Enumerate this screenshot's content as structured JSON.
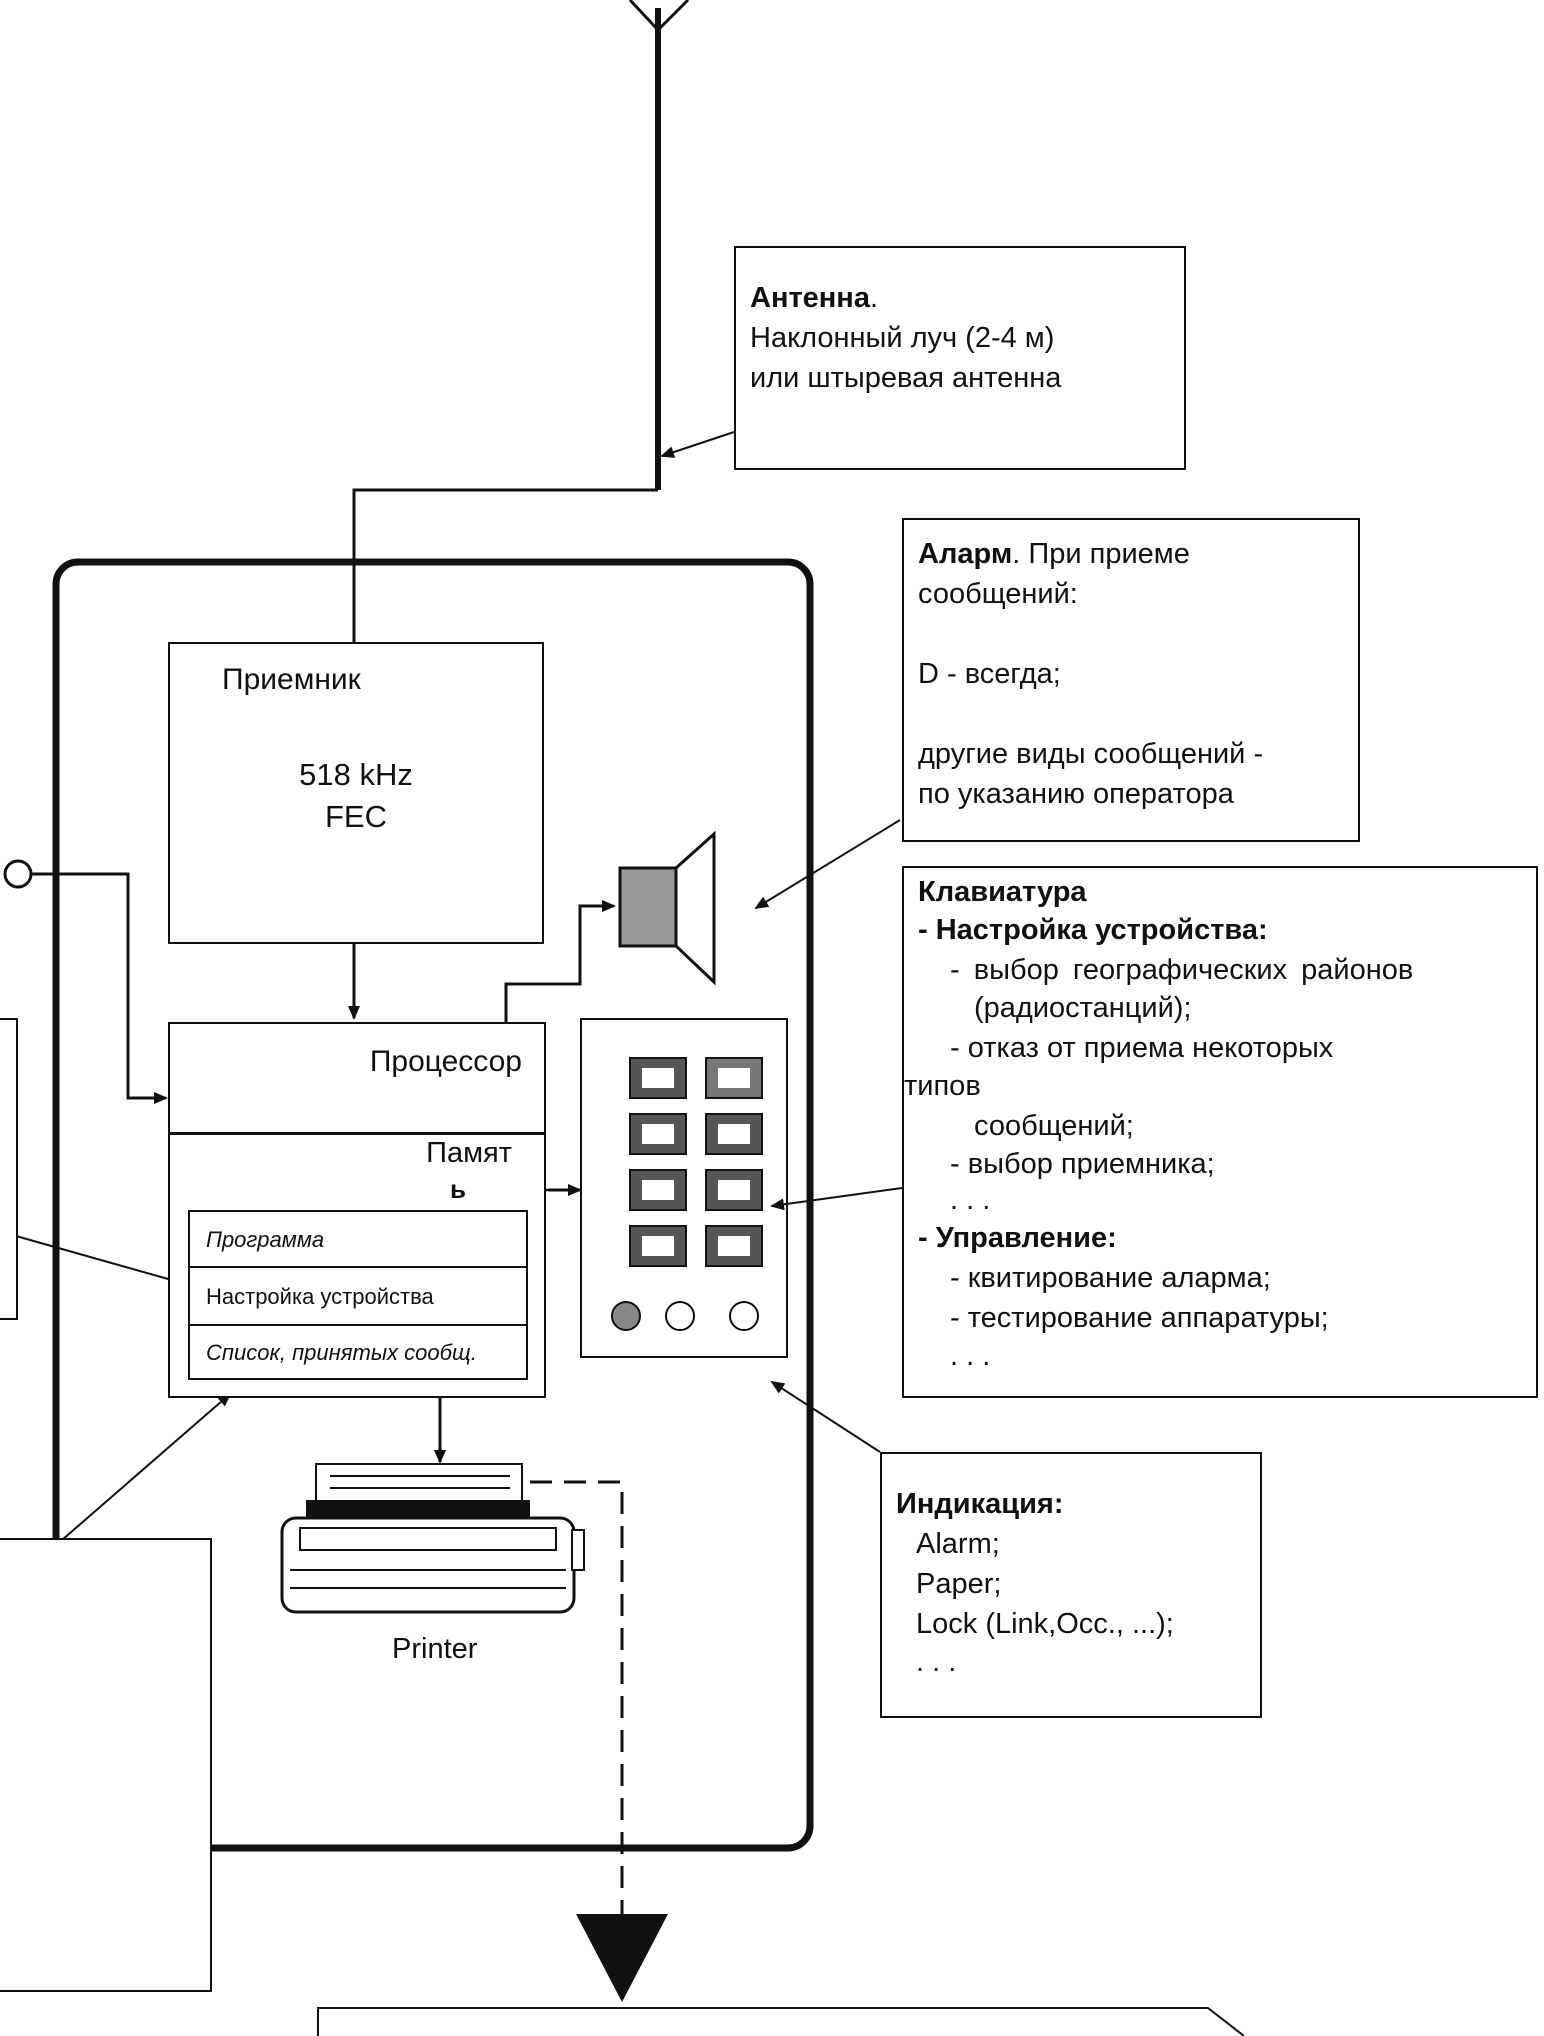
{
  "antenna": {
    "title": "Антенна",
    "line1": "Наклонный луч (2-4 м)",
    "line2": "или штыревая антенна"
  },
  "alarm": {
    "title": "Аларм",
    "text1": "При приеме",
    "line2": "сообщений:",
    "line3": "D - всегда;",
    "line4": "другие виды  сообщений -",
    "line5": "по указанию оператора"
  },
  "receiver": {
    "title": "Приемник",
    "freq": "518 kHz",
    "mode": "FEC"
  },
  "processor": {
    "label": "Процессор"
  },
  "memory": {
    "label_a": "Памят",
    "label_b": "ь",
    "rows": [
      "Программа",
      "Настройка устройства",
      "Список, принятых  сообщ."
    ]
  },
  "printer": {
    "label": "Printer"
  },
  "keyboard": {
    "title": "Клавиатура",
    "lines": [
      "- Настройка устройства:",
      "- выбор  географических  районов",
      "(радиостанций);",
      "- отказ от приема некоторых",
      "типов",
      "сообщений;",
      "- выбор приемника;",
      ". . .",
      "- Управление:",
      "- квитирование аларма;",
      "- тестирование аппаратуры;",
      ". . ."
    ]
  },
  "indication": {
    "title": "Индикация:",
    "items": [
      "Alarm;",
      "Paper;",
      "Lock (Link,Occ., ...);",
      ". . ."
    ]
  },
  "colors": {
    "line": "#111111",
    "fill_gray": "#999999"
  },
  "icons": {
    "speaker": "speaker-icon",
    "printer": "printer-icon",
    "antenna": "antenna-icon"
  }
}
